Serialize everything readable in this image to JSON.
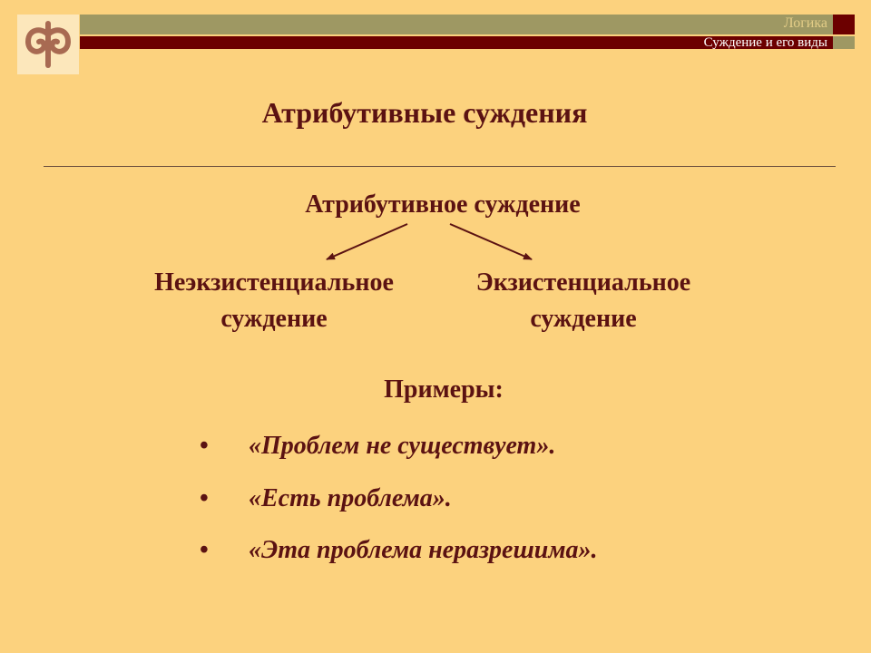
{
  "header": {
    "course": "Логика",
    "section": "Суждение и его виды"
  },
  "colors": {
    "background": "#fcd27e",
    "accent_dark_red": "#6c0000",
    "accent_olive": "#9e9863",
    "text": "#5b1212"
  },
  "logo": {
    "icon": "logo-fp-icon"
  },
  "title": "Атрибутивные суждения",
  "diagram": {
    "root": "Атрибутивное суждение",
    "children": [
      {
        "line1": "Неэкзистенциальное",
        "line2": "суждение"
      },
      {
        "line1": "Экзистенциальное",
        "line2": "суждение"
      }
    ]
  },
  "examples": {
    "label": "Примеры:",
    "bullet": "•",
    "items": [
      "«Проблем не существует».",
      "«Есть проблема».",
      "«Эта проблема неразрешима»."
    ]
  }
}
